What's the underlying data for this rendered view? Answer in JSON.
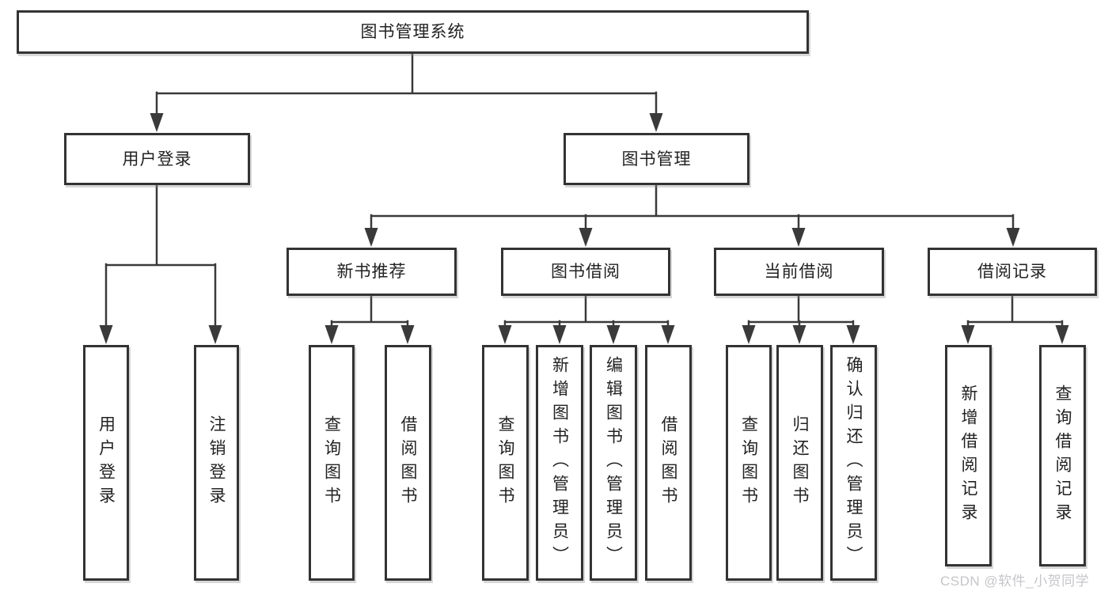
{
  "colors": {
    "line": "#3a3a3a",
    "border": "#333333",
    "text": "#222222",
    "watermark": "#c6c6ca",
    "background": "#ffffff"
  },
  "watermark": {
    "text": "CSDN @软件_小贺同学"
  },
  "tree": {
    "root": {
      "label": "图书管理系统",
      "children": [
        {
          "label": "用户登录",
          "children": [
            {
              "label": "用户登录"
            },
            {
              "label": "注销登录"
            }
          ]
        },
        {
          "label": "图书管理",
          "children": [
            {
              "label": "新书推荐",
              "children": [
                {
                  "label": "查询图书"
                },
                {
                  "label": "借阅图书"
                }
              ]
            },
            {
              "label": "图书借阅",
              "children": [
                {
                  "label": "查询图书"
                },
                {
                  "label": "新增图书（管理员）"
                },
                {
                  "label": "编辑图书（管理员）"
                },
                {
                  "label": "借阅图书"
                }
              ]
            },
            {
              "label": "当前借阅",
              "children": [
                {
                  "label": "查询图书"
                },
                {
                  "label": "归还图书"
                },
                {
                  "label": "确认归还（管理员）"
                }
              ]
            },
            {
              "label": "借阅记录",
              "children": [
                {
                  "label": "新增借阅记录"
                },
                {
                  "label": "查询借阅记录"
                }
              ]
            }
          ]
        }
      ]
    }
  }
}
